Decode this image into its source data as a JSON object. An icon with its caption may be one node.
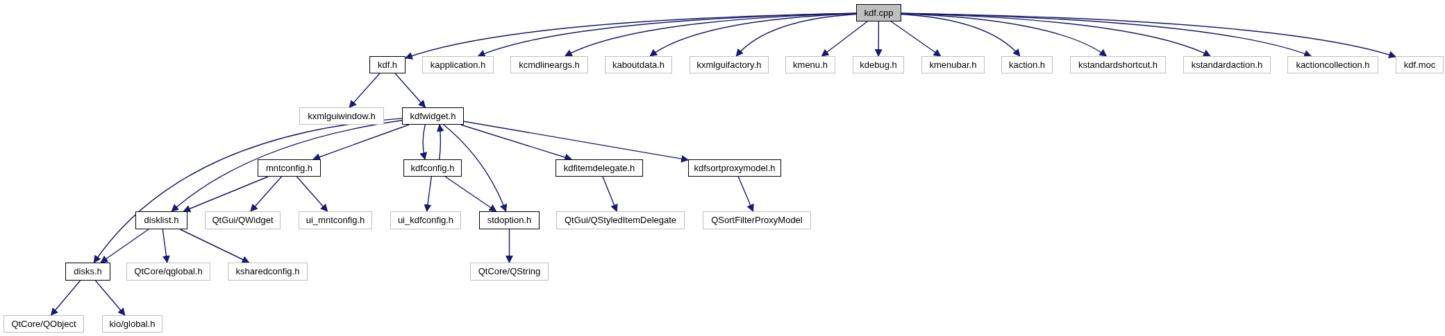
{
  "diagram": {
    "nodes": [
      {
        "text": [
          "kdf.cpp"
        ]
      },
      {
        "text": [
          "kdf.h"
        ]
      },
      {
        "text": [
          "kapplication.h"
        ]
      },
      {
        "text": [
          "kcmdlineargs.h"
        ]
      },
      {
        "text": [
          "kaboutdata.h"
        ]
      },
      {
        "text": [
          "kxmlguifactory.h"
        ]
      },
      {
        "text": [
          "kmenu.h"
        ]
      },
      {
        "text": [
          "kdebug.h"
        ]
      },
      {
        "text": [
          "kmenubar.h"
        ]
      },
      {
        "text": [
          "kaction.h"
        ]
      },
      {
        "text": [
          "kstandardshortcut.h"
        ]
      },
      {
        "text": [
          "kstandardaction.h"
        ]
      },
      {
        "text": [
          "kactioncollection.h"
        ]
      },
      {
        "text": [
          "kdf.moc"
        ]
      },
      {
        "text": [
          "kxmlguiwindow.h"
        ]
      },
      {
        "text": [
          "kdfwidget.h"
        ]
      },
      {
        "text": [
          "mntconfig.h"
        ]
      },
      {
        "text": [
          "kdfconfig.h"
        ]
      },
      {
        "text": [
          "kdfitemdelegate.h"
        ]
      },
      {
        "text": [
          "kdfsortproxymodel.h"
        ]
      },
      {
        "text": [
          "disklist.h"
        ]
      },
      {
        "text": [
          "QtGui/QWidget"
        ]
      },
      {
        "text": [
          "ui_mntconfig.h"
        ]
      },
      {
        "text": [
          "ui_kdfconfig.h"
        ]
      },
      {
        "text": [
          "stdoption.h"
        ]
      },
      {
        "text": [
          "QtGui/QStyledItemDelegate"
        ]
      },
      {
        "text": [
          "QSortFilterProxyModel"
        ]
      },
      {
        "text": [
          "disks.h"
        ]
      },
      {
        "text": [
          "QtCore/qglobal.h"
        ]
      },
      {
        "text": [
          "ksharedconfig.h"
        ]
      },
      {
        "text": [
          "QtCore/QString"
        ]
      },
      {
        "text": [
          "QtCore/QObject"
        ]
      },
      {
        "text": [
          "kio/global.h"
        ]
      }
    ],
    "edges": [
      {
        "from": 0,
        "to": 1,
        "arrow": "to"
      },
      {
        "from": 0,
        "to": 2,
        "arrow": "to"
      },
      {
        "from": 0,
        "to": 3,
        "arrow": "to"
      },
      {
        "from": 0,
        "to": 4,
        "arrow": "to"
      },
      {
        "from": 0,
        "to": 5,
        "arrow": "to"
      },
      {
        "from": 0,
        "to": 6,
        "arrow": "to"
      },
      {
        "from": 0,
        "to": 7,
        "arrow": "to"
      },
      {
        "from": 0,
        "to": 8,
        "arrow": "to"
      },
      {
        "from": 0,
        "to": 9,
        "arrow": "to"
      },
      {
        "from": 0,
        "to": 10,
        "arrow": "to"
      },
      {
        "from": 0,
        "to": 11,
        "arrow": "to"
      },
      {
        "from": 0,
        "to": 12,
        "arrow": "to"
      },
      {
        "from": 0,
        "to": 13,
        "arrow": "to"
      },
      {
        "from": 1,
        "to": 14,
        "arrow": "to"
      },
      {
        "from": 1,
        "to": 15,
        "arrow": "to"
      },
      {
        "from": 15,
        "to": 27,
        "arrow": "to"
      },
      {
        "from": 15,
        "to": 20,
        "arrow": "to"
      },
      {
        "from": 15,
        "to": 16,
        "arrow": "to"
      },
      {
        "from": 15,
        "to": 17,
        "arrow": "to"
      },
      {
        "from": 15,
        "to": 24,
        "arrow": "to"
      },
      {
        "from": 15,
        "to": 18,
        "arrow": "to"
      },
      {
        "from": 15,
        "to": 19,
        "arrow": "to"
      },
      {
        "from": 17,
        "to": 15,
        "arrow": "to"
      },
      {
        "from": 17,
        "to": 23,
        "arrow": "to"
      },
      {
        "from": 17,
        "to": 24,
        "arrow": "to"
      },
      {
        "from": 16,
        "to": 20,
        "arrow": "to"
      },
      {
        "from": 16,
        "to": 21,
        "arrow": "to"
      },
      {
        "from": 16,
        "to": 22,
        "arrow": "to"
      },
      {
        "from": 18,
        "to": 25,
        "arrow": "to"
      },
      {
        "from": 19,
        "to": 26,
        "arrow": "to"
      },
      {
        "from": 20,
        "to": 27,
        "arrow": "to"
      },
      {
        "from": 20,
        "to": 28,
        "arrow": "to"
      },
      {
        "from": 20,
        "to": 29,
        "arrow": "to"
      },
      {
        "from": 24,
        "to": 30,
        "arrow": "to"
      },
      {
        "from": 27,
        "to": 31,
        "arrow": "to"
      },
      {
        "from": 27,
        "to": 32,
        "arrow": "to"
      }
    ]
  }
}
